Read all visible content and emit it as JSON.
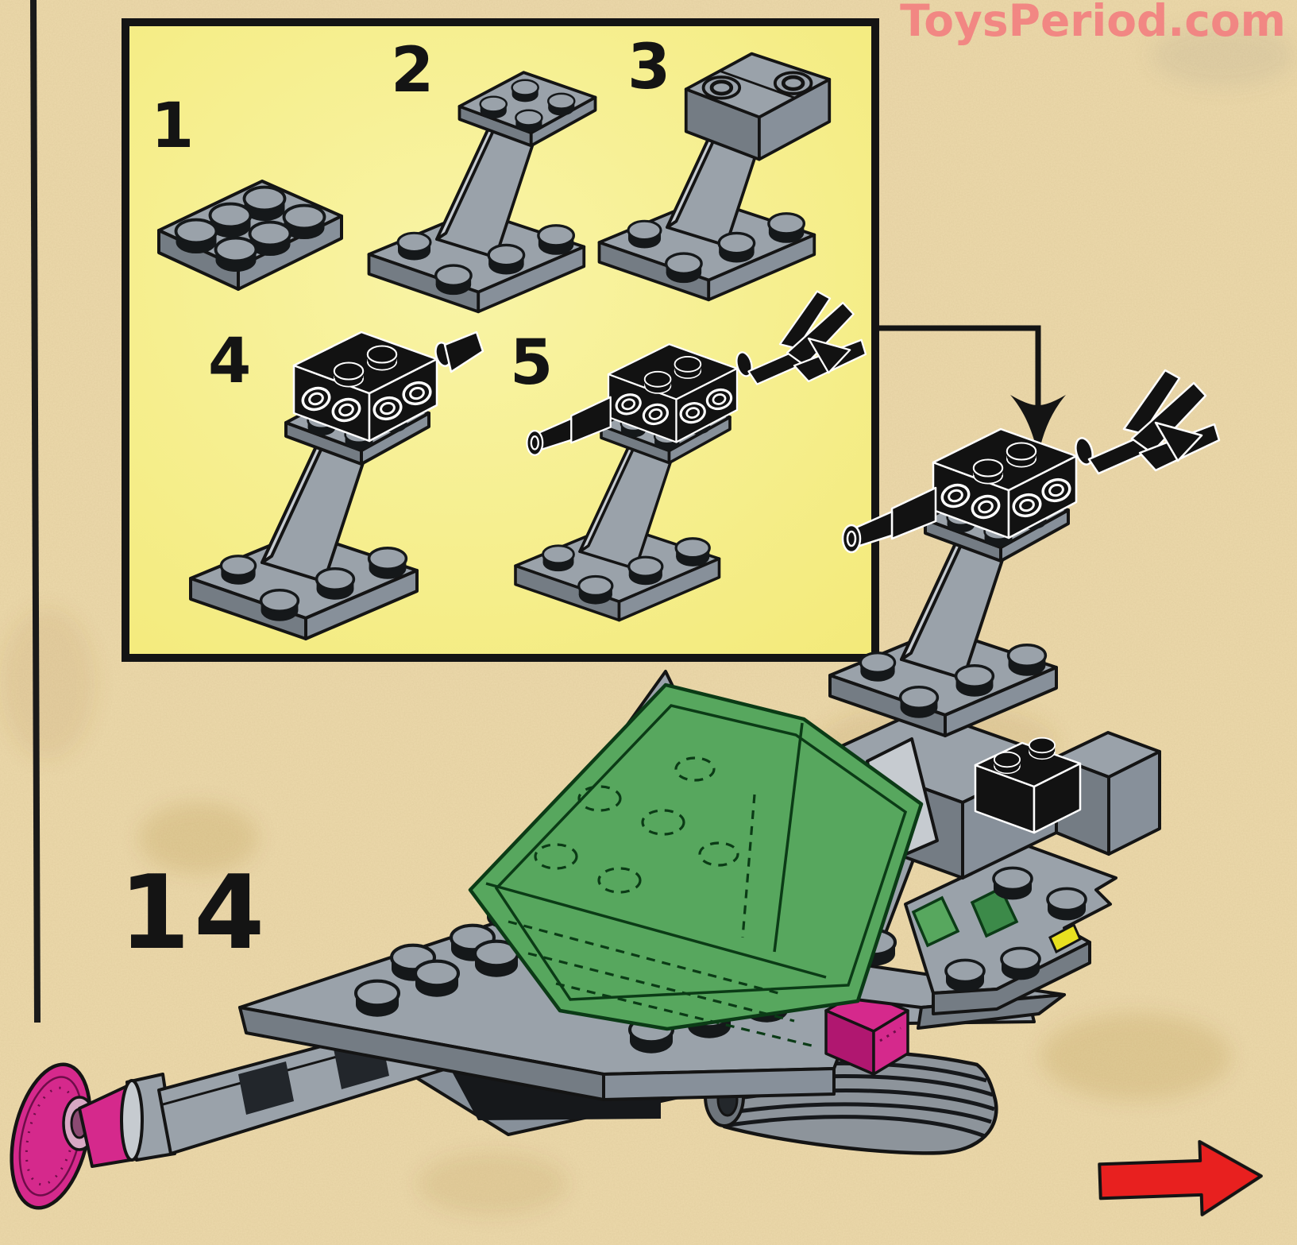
{
  "watermark": "ToysPeriod.com",
  "main_step": {
    "label": "14"
  },
  "inset_panel": {
    "substep_labels": [
      "1",
      "2",
      "3",
      "4",
      "5"
    ]
  },
  "icons": {
    "placement_arrow": "down-arrow-icon",
    "next_page_arrow": "right-arrow-icon"
  },
  "colors": {
    "sand_background": "#ecd9ab",
    "panel_yellow": "#f5ee85",
    "outline_black": "#141414",
    "brick_gray": "#9aa2aa",
    "brick_gray_dark": "#747c84",
    "brick_gray_light": "#c6cbd0",
    "canopy_green": "#57a75e",
    "canopy_line_green": "#0b3b16",
    "magenta": "#d5298c",
    "magenta_dark": "#a81468",
    "yellow_chip": "#e8e020",
    "arrow_red": "#e8201f",
    "watermark_pink": "#f28080",
    "piece_black": "#121212"
  }
}
